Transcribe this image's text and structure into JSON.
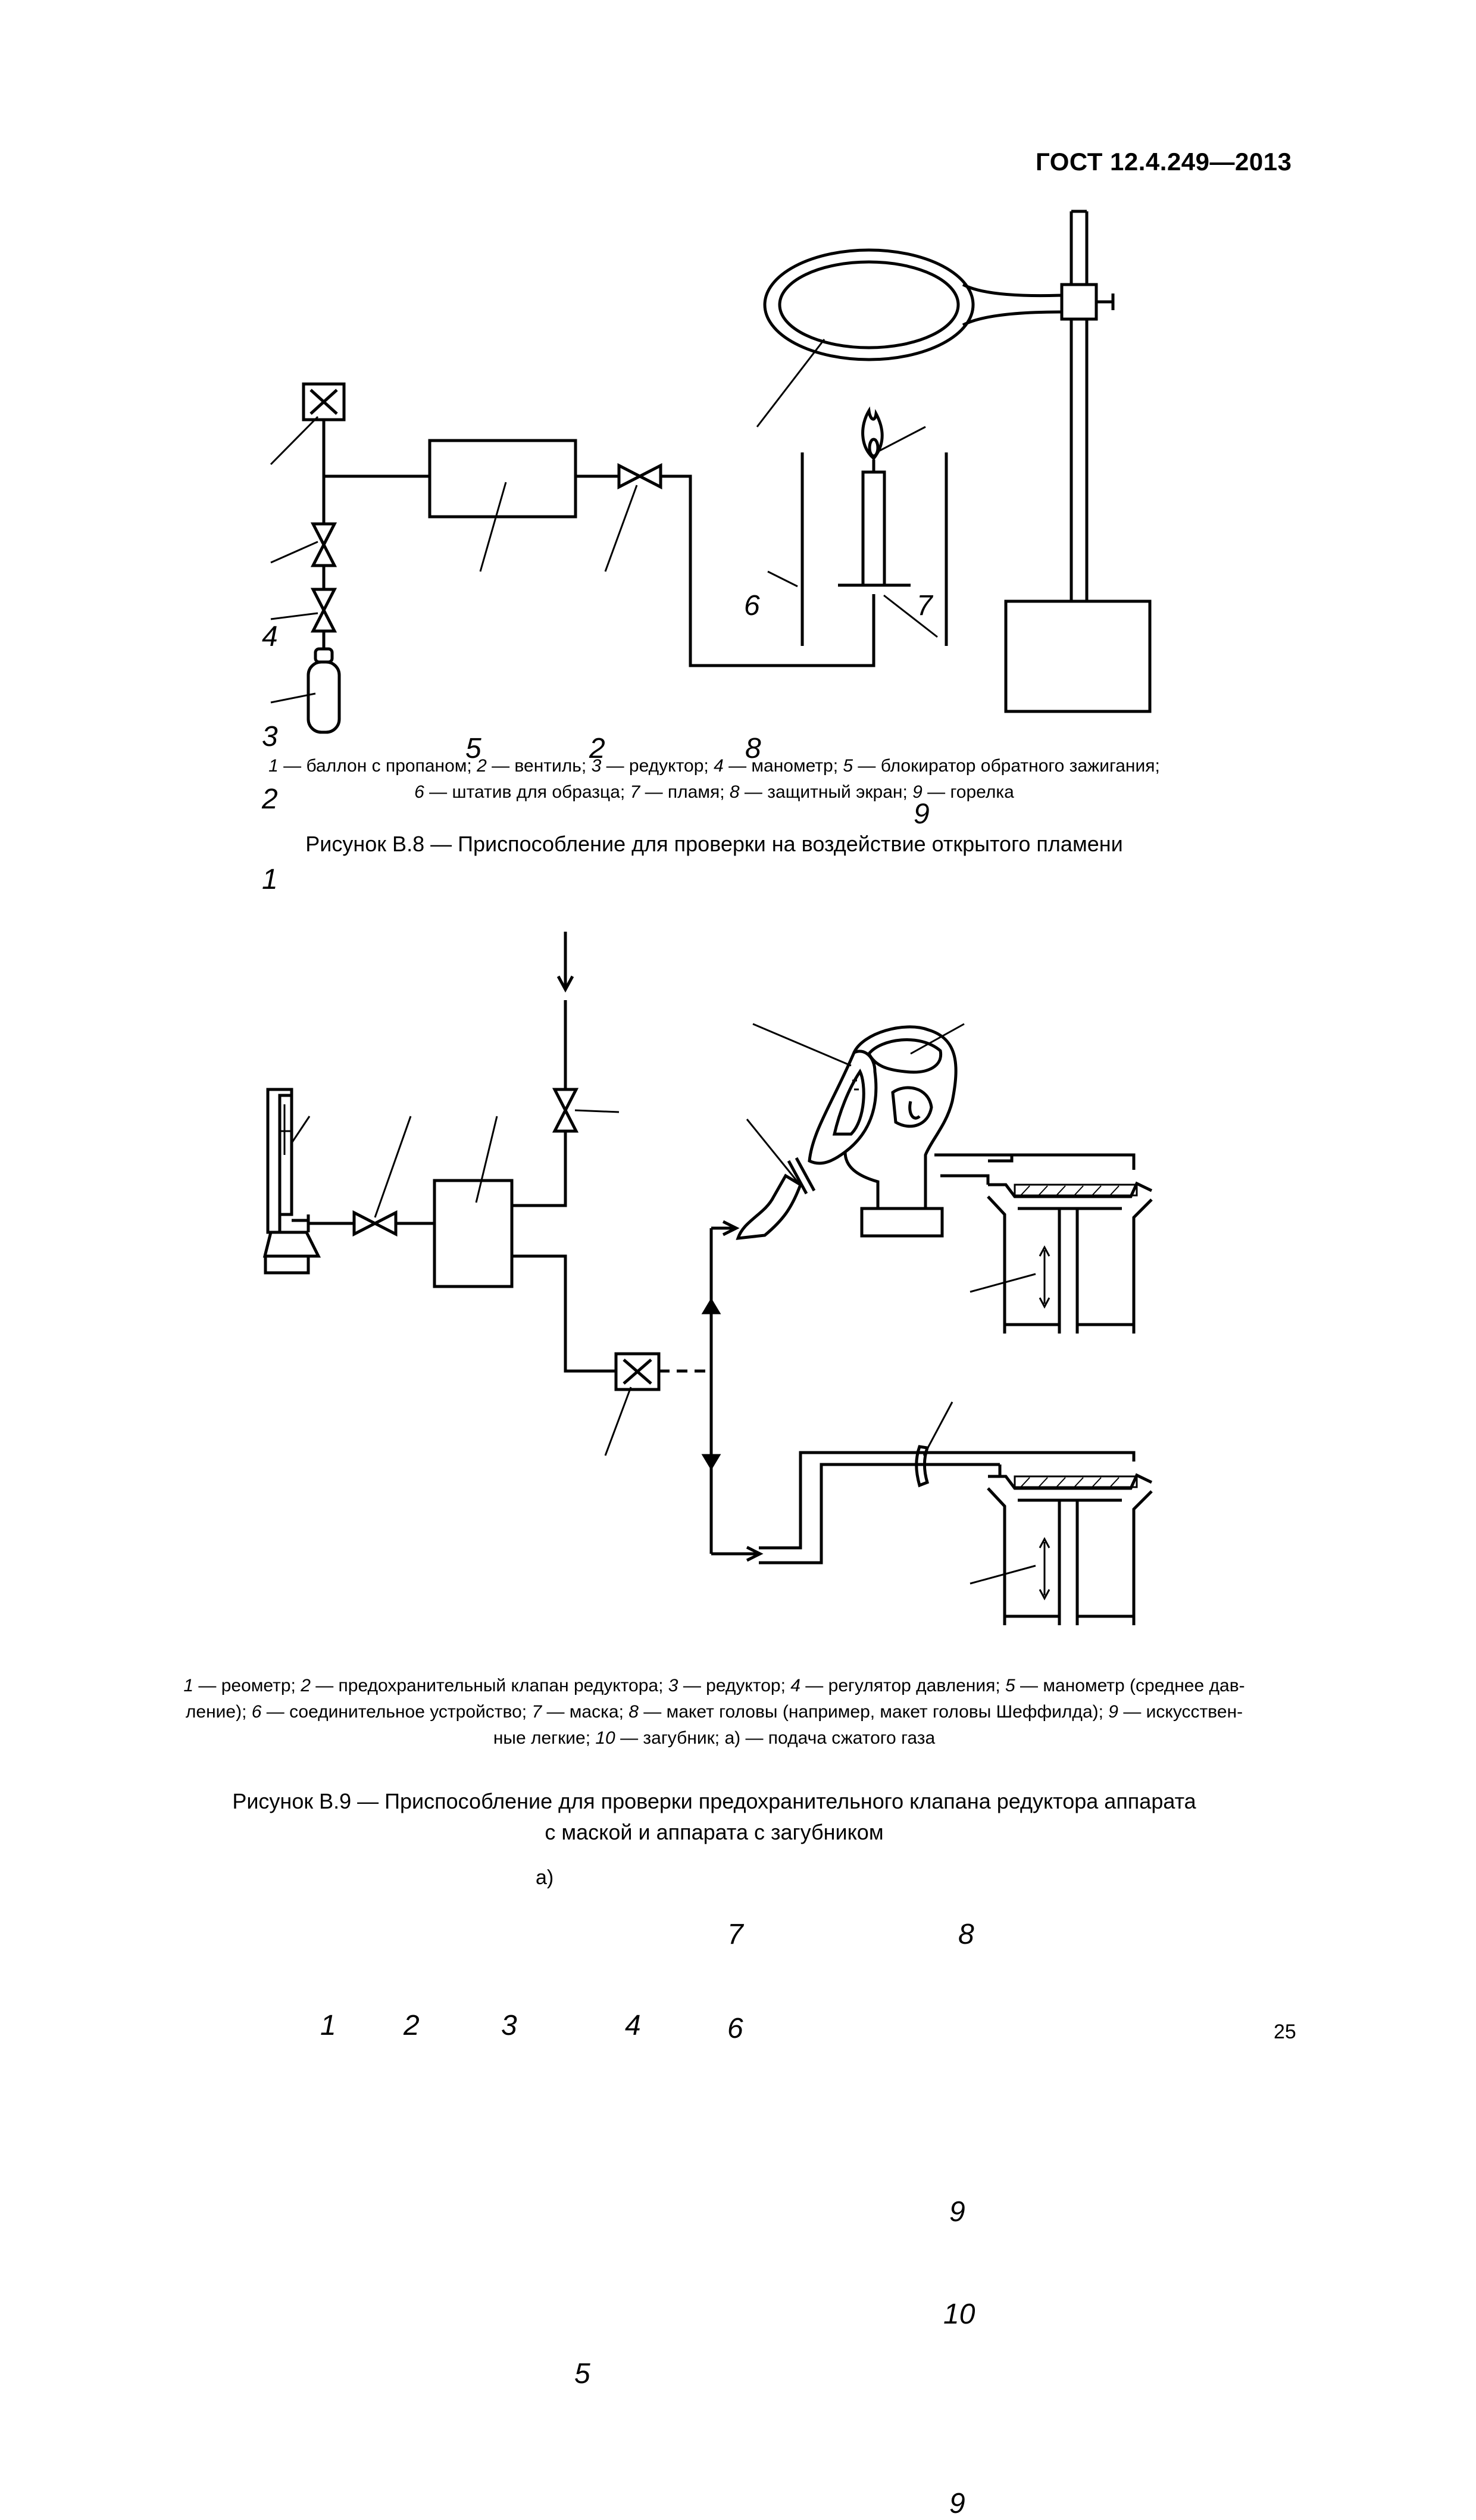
{
  "header": {
    "standard": "ГОСТ 12.4.249—2013"
  },
  "figure8": {
    "labels": {
      "l1": "1",
      "l2a": "2",
      "l2b": "2",
      "l3": "3",
      "l4": "4",
      "l5": "5",
      "l6": "6",
      "l7": "7",
      "l8": "8",
      "l9": "9"
    },
    "legend": [
      [
        {
          "n": "1",
          "t": " — баллон с пропаном; "
        },
        {
          "n": "2",
          "t": " — вентиль; "
        },
        {
          "n": "3",
          "t": " — редуктор; "
        },
        {
          "n": "4",
          "t": " — манометр; "
        },
        {
          "n": "5",
          "t": " — блокиратор обратного зажигания;"
        }
      ],
      [
        {
          "n": "6",
          "t": " — штатив для образца; "
        },
        {
          "n": "7",
          "t": " — пламя; "
        },
        {
          "n": "8",
          "t": " — защитный экран; "
        },
        {
          "n": "9",
          "t": " — горелка"
        }
      ]
    ],
    "caption": "Рисунок В.8 — Приспособление для проверки на воздействие открытого пламени"
  },
  "figure9": {
    "labels": {
      "l1": "1",
      "l2": "2",
      "l3": "3",
      "l4": "4",
      "l5": "5",
      "l6": "6",
      "l7": "7",
      "l8": "8",
      "l9a": "9",
      "l9b": "9",
      "l10": "10",
      "la": "а)"
    },
    "legend": [
      [
        {
          "n": "1",
          "t": " — реометр; "
        },
        {
          "n": "2",
          "t": " — предохранительный клапан редуктора; "
        },
        {
          "n": "3",
          "t": " — редуктор; "
        },
        {
          "n": "4",
          "t": " — регулятор давления; "
        },
        {
          "n": "5",
          "t": " — манометр (среднее дав-"
        }
      ],
      [
        {
          "n": "",
          "t": "ление); "
        },
        {
          "n": "6",
          "t": " — соединительное устройство; "
        },
        {
          "n": "7",
          "t": " — маска; "
        },
        {
          "n": "8",
          "t": " — макет головы (например, макет головы Шеффилда); "
        },
        {
          "n": "9",
          "t": " — искусствен-"
        }
      ],
      [
        {
          "n": "",
          "t": "ные легкие; "
        },
        {
          "n": "10",
          "t": " — загубник; "
        },
        {
          "n": "",
          "t": "а) — подача сжатого газа"
        }
      ]
    ],
    "caption_line1": "Рисунок В.9 — Приспособление для проверки предохранительного клапана редуктора аппарата",
    "caption_line2": "с маской и аппарата с загубником"
  },
  "page_number": "25"
}
